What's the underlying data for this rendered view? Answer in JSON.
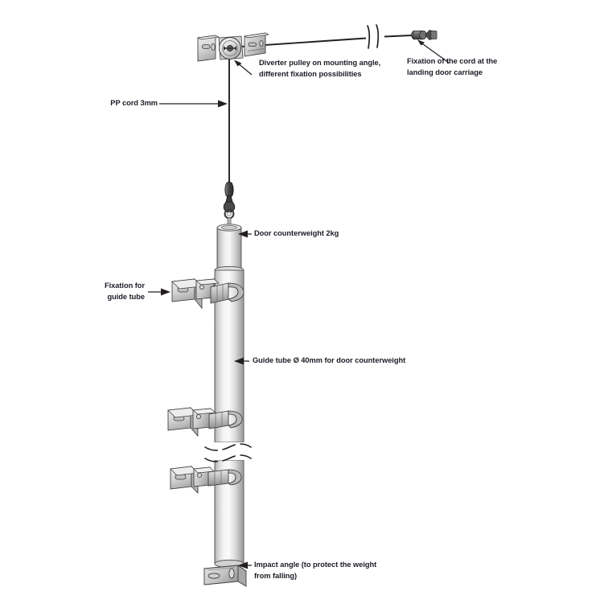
{
  "diagram": {
    "title": "Door counterweight guide tube installation diagram",
    "background_color": "#ffffff",
    "line_color": "#231f20",
    "text_color": "#1b1b26",
    "metal_light": "#f2f2f2",
    "metal_mid": "#c9c9c9",
    "metal_dark": "#8c8c8c"
  },
  "labels": {
    "diverter_pulley": "Diverter pulley on mounting angle,\ndifferent fixation possibilities",
    "cord_fixation": "Fixation of the cord at the\nlanding door carriage",
    "pp_cord": "PP cord 3mm",
    "counterweight": "Door counterweight 2kg",
    "fixation_guide_tube": "Fixation for\nguide tube",
    "guide_tube": "Guide tube Ø 40mm for door counterweight",
    "impact_angle": "Impact angle (to protect the weight\nfrom falling)"
  },
  "parts": [
    {
      "id": "diverter-pulley",
      "name": "Diverter pulley on mounting angle",
      "label": "Diverter pulley on mounting angle,\ndifferent fixation possibilities"
    },
    {
      "id": "cord-fixation",
      "name": "Fixation of the cord at the landing door carriage",
      "label": "Fixation of the cord at the\nlanding door carriage"
    },
    {
      "id": "pp-cord",
      "name": "PP cord",
      "label": "PP cord 3mm",
      "spec": "3mm"
    },
    {
      "id": "door-counterweight",
      "name": "Door counterweight",
      "label": "Door counterweight 2kg",
      "spec": "2kg"
    },
    {
      "id": "guide-tube-fixation",
      "name": "Fixation for guide tube",
      "label": "Fixation for\nguide tube",
      "count": 3
    },
    {
      "id": "guide-tube",
      "name": "Guide tube for door counterweight",
      "label": "Guide tube Ø 40mm for door counterweight",
      "spec": "Ø 40mm"
    },
    {
      "id": "impact-angle",
      "name": "Impact angle",
      "label": "Impact angle (to protect the weight\nfrom falling)"
    }
  ]
}
